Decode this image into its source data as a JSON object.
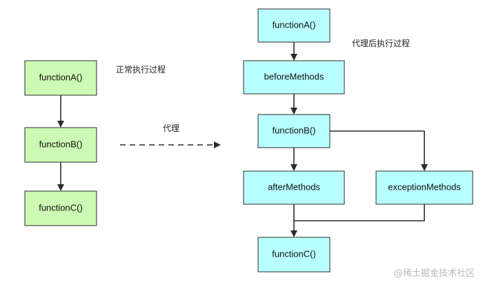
{
  "colors": {
    "normal_fill": "#ccf9b3",
    "proxy_fill": "#b8ffff",
    "line": "#2b2b2b"
  },
  "normal_flow": {
    "title": "正常执行过程",
    "nodes": [
      "functionA()",
      "functionB()",
      "functionC()"
    ]
  },
  "transition_label": "代理",
  "proxy_flow": {
    "title": "代理后执行过程",
    "nodes": {
      "functionA": "functionA()",
      "beforeMethods": "beforeMethods",
      "functionB": "functionB()",
      "afterMethods": "afterMethods",
      "exceptionMethods": "exceptionMethods",
      "functionC": "functionC()"
    }
  },
  "watermark": "@稀土掘金技术社区"
}
